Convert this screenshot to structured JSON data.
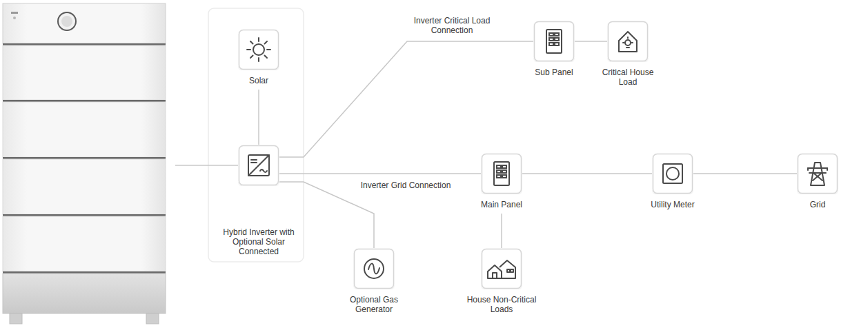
{
  "diagram": {
    "nodes": [
      {
        "text": [
          "Solar"
        ]
      },
      {
        "text": [
          "Hybrid Inverter with Optional Solar Connected"
        ]
      },
      {
        "text": [
          "Sub Panel"
        ]
      },
      {
        "text": [
          "Critical House Load"
        ]
      },
      {
        "text": [
          "Main Panel"
        ]
      },
      {
        "text": [
          "Utility Meter"
        ]
      },
      {
        "text": [
          "Grid"
        ]
      },
      {
        "text": [
          "Optional Gas Generator"
        ]
      },
      {
        "text": [
          "House Non-Critical Loads"
        ]
      }
    ],
    "edges": [
      {
        "from": 0,
        "to": 1,
        "arrow": "none"
      },
      {
        "from": 1,
        "to": 2,
        "arrow": "none",
        "label": "Inverter Critical Load Connection"
      },
      {
        "from": 2,
        "to": 3,
        "arrow": "none"
      },
      {
        "from": 1,
        "to": 4,
        "arrow": "none",
        "label": "Inverter Grid Connection"
      },
      {
        "from": 4,
        "to": 5,
        "arrow": "none"
      },
      {
        "from": 5,
        "to": 6,
        "arrow": "none"
      },
      {
        "from": 1,
        "to": 7,
        "arrow": "none"
      },
      {
        "from": 4,
        "to": 8,
        "arrow": "none"
      }
    ]
  }
}
